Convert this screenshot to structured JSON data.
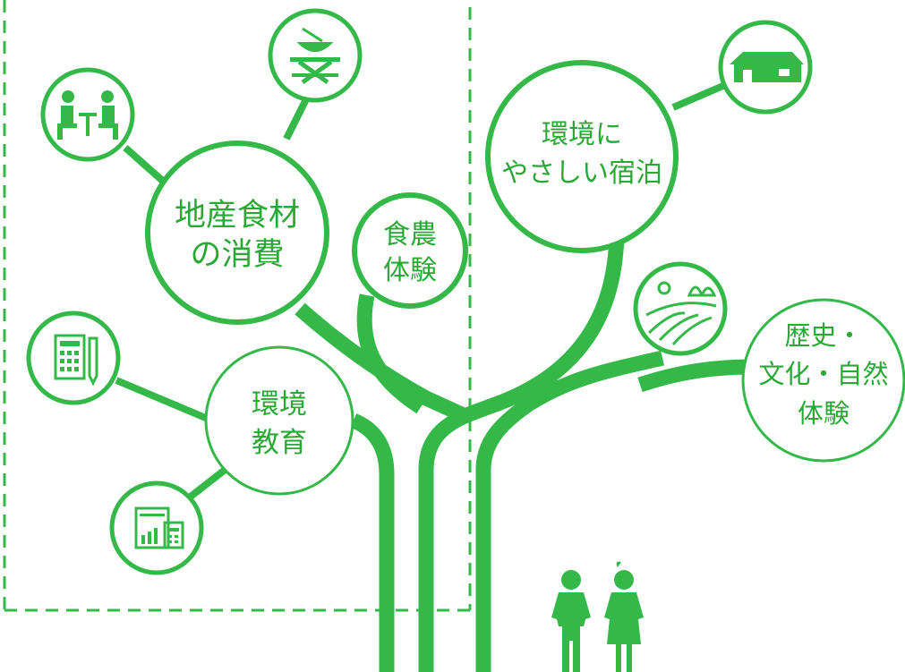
{
  "colors": {
    "primary": "#34b848",
    "text": "#2aa836",
    "background": "#ffffff",
    "dashed_border": "#34b848"
  },
  "nodes": {
    "local_food": {
      "line1": "地産食材",
      "line2": "の消費"
    },
    "farm_experience": {
      "line1": "食農",
      "line2": "体験"
    },
    "env_education": {
      "line1": "環境",
      "line2": "教育"
    },
    "eco_lodging": {
      "line1": "環境に",
      "line2": "やさしい宿泊"
    },
    "history_culture": {
      "line1": "歴史・",
      "line2": "文化・自然",
      "line3": "体験"
    }
  },
  "icons": [
    {
      "id": "meeting",
      "name": "meeting-people-icon"
    },
    {
      "id": "food",
      "name": "food-bowl-table-icon"
    },
    {
      "id": "house",
      "name": "house-icon"
    },
    {
      "id": "calculator",
      "name": "calculator-document-icon"
    },
    {
      "id": "chart",
      "name": "chart-calculator-icon"
    },
    {
      "id": "landscape",
      "name": "landscape-field-icon"
    },
    {
      "id": "people",
      "name": "two-people-icon"
    }
  ]
}
